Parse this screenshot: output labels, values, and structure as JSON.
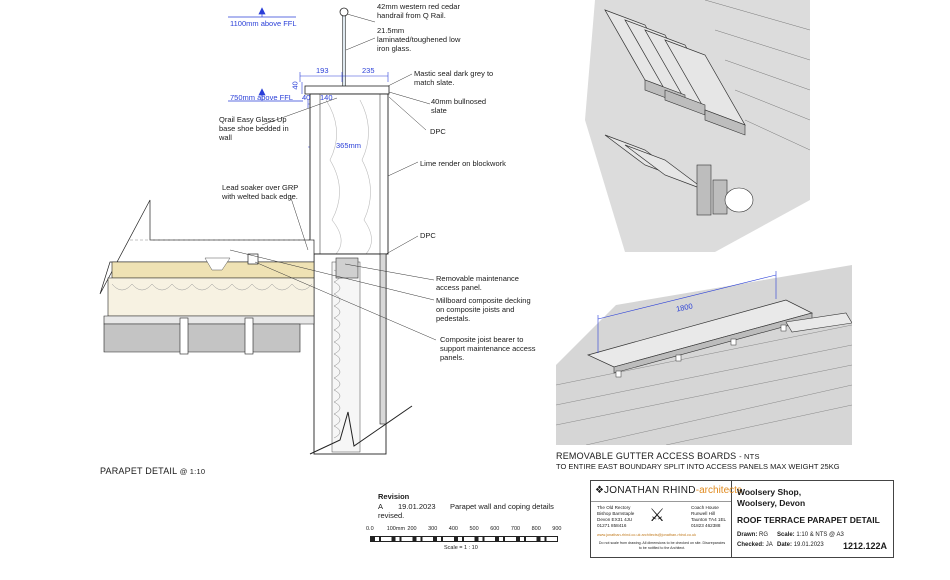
{
  "parapet": {
    "levels": {
      "handrail_level": "1100mm above FFL",
      "upstand_level": "750mm above FFL"
    },
    "dimensions": {
      "d193": "193",
      "d235": "235",
      "d40v": "40",
      "d40": "40",
      "d140": "140",
      "d365": "365mm"
    },
    "notes": {
      "handrail": "42mm western red cedar handrail from Q Rail.",
      "glass": "21.5mm laminated/toughened low iron glass.",
      "mastic": "Mastic seal dark grey to match slate.",
      "slate": "40mm bullnosed slate",
      "dpc_top": "DPC",
      "base_shoe": "Qrail Easy Glass Up base shoe bedded in wall",
      "render": "Lime render on blockwork",
      "soaker": "Lead soaker over GRP with welted back edge.",
      "dpc_mid": "DPC",
      "panel": "Removable maintenance access panel.",
      "decking": "Millboard composite decking on composite joists and pedestals.",
      "bearer": "Composite joist bearer to support maintenance access panels."
    },
    "caption": "PARAPET DETAIL",
    "caption_scale": "@ 1:10"
  },
  "gutter": {
    "dimension": "1800",
    "caption": "REMOVABLE GUTTER ACCESS BOARDS",
    "caption_suffix": "- NTS",
    "subcaption": "TO ENTIRE EAST BOUNDARY SPLIT INTO ACCESS PANELS MAX WEIGHT 25KG"
  },
  "revision": {
    "heading": "Revision",
    "letter": "A",
    "date": "19.01.2023",
    "description": "Parapet wall and coping details",
    "status": "revised."
  },
  "scale_bar": {
    "ticks": [
      "0.0",
      "100mm",
      "200",
      "300",
      "400",
      "500",
      "600",
      "700",
      "800",
      "900"
    ],
    "label": "Scale = 1 : 10"
  },
  "title_block": {
    "firm_name": "JONATHAN RHIND",
    "firm_suffix": "architects",
    "office1": [
      "The Old Rectory",
      "Bishop Barnstaple",
      "Devon EX31 4JU",
      "01271 858416"
    ],
    "office2": [
      "Coach House",
      "Runwell Hill",
      "Taunton TA4 1EL",
      "01823 462388"
    ],
    "contact": "www.jonathan-rhind.co.uk  architects@jonathan-rhind.co.uk",
    "disclaimer": "Do not scale from drawing. All dimensions to be checked on site. Discrepancies to be notified to the Architect.",
    "project_line1": "Woolsery Shop,",
    "project_line2": "Woolsery, Devon",
    "drawing_title": "ROOF TERRACE PARAPET DETAIL",
    "drawn_label": "Drawn:",
    "drawn_value": "RG",
    "checked_label": "Checked:",
    "checked_value": "JA",
    "scale_label": "Scale:",
    "scale_value": "1:10 & NTS @ A3",
    "date_label": "Date:",
    "date_value": "19.01.2023",
    "drawing_number": "1212.122A"
  },
  "colors": {
    "dimension_blue": "#2a3fd8",
    "insulation_yellow": "#efe2b4",
    "concrete_grey": "#c4c4c4",
    "firm_orange": "#e08a1e"
  }
}
